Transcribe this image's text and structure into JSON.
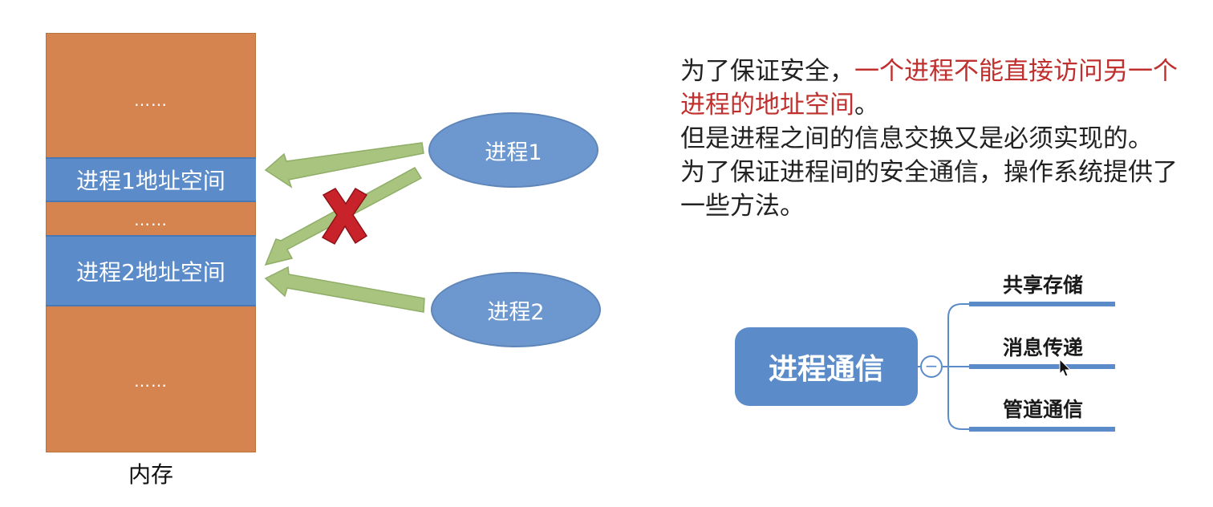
{
  "memory": {
    "caption": "内存",
    "top_dots": "……",
    "process1_space": "进程1地址空间",
    "middle_dots": "……",
    "process2_space": "进程2地址空间",
    "bottom_dots": "……"
  },
  "processes": {
    "p1": "进程1",
    "p2": "进程2"
  },
  "text": {
    "line1_normal": "为了保证安全，",
    "line1_red": "一个进程不能直接访问另一个进程的地址空间",
    "line1_end": "。",
    "line2": "但是进程之间的信息交换又是必须实现的。",
    "line3": "为了保证进程间的安全通信，操作系统提供了一些方法。"
  },
  "mindmap": {
    "hub": "进程通信",
    "collapse_symbol": "−",
    "branches": [
      "共享存储",
      "消息传递",
      "管道通信"
    ]
  },
  "colors": {
    "memory": "#d5834f",
    "address_space": "#5b8bc9",
    "arrow": "#a9c47f",
    "cross": "#c8232b",
    "emphasis": "#c0302e"
  }
}
